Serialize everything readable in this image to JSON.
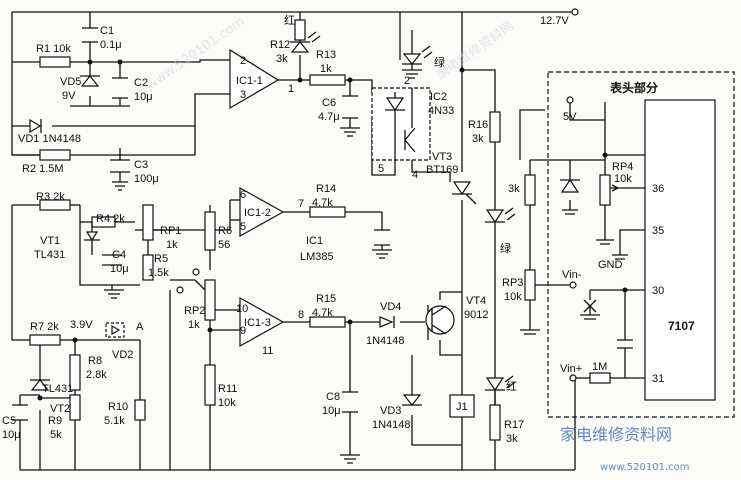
{
  "supply": {
    "v127": "12.7V",
    "v5": "5V",
    "gnd": "GND"
  },
  "meter": {
    "title": "表头部分",
    "chip": "7107",
    "vin_minus": "Vin-",
    "vin_plus": "Vin+",
    "pin36": "36",
    "pin35": "35",
    "pin30": "30",
    "pin31": "31"
  },
  "ic": {
    "ic11": "IC1-1",
    "ic12": "IC1-2",
    "ic13": "IC1-3",
    "name": "IC1",
    "model": "LM385",
    "ic2": "IC2",
    "ic2_model": "4N33"
  },
  "pins": {
    "p1": "1",
    "p2": "2",
    "p3": "3",
    "p4": "4",
    "p5": "5",
    "p6": "6",
    "p7": "7",
    "p8": "8",
    "p9": "9",
    "p10": "10",
    "p11": "11",
    "p2b": "2",
    "p5b": "5",
    "p4b": "4"
  },
  "parts": {
    "r1": "R1 10k",
    "c1": "C1",
    "c1v": "0.1μ",
    "vd5": "VD5",
    "vd5v": "9V",
    "c2": "C2",
    "c2v": "10μ",
    "vd1": "VD1 1N4148",
    "r2": "R2 1.5M",
    "c3": "C3",
    "c3v": "100μ",
    "r12": "R12",
    "r12v": "3k",
    "hong": "红",
    "r13": "R13",
    "r13v": "1k",
    "c6": "C6",
    "c6v": "4.7μ",
    "lv": "绿",
    "r16": "R16",
    "r16v": "3k",
    "vt3": "VT3",
    "vt3v": "BT169",
    "r3": "R3 2k",
    "r4": "R4 2k",
    "vt1": "VT1",
    "vt1v": "TL431",
    "c4": "C4",
    "c4v": "10μ",
    "rp1": "RP1",
    "rp1v": "1k",
    "r5": "R5",
    "r5v": "1.5k",
    "r6": "R6",
    "r6v": "56",
    "rp2": "RP2",
    "rp2v": "1k",
    "r14": "R14",
    "r14v": "4.7k",
    "r15": "R15",
    "r15v": "4.7k",
    "vd4": "VD4",
    "vd4v": "1N4148",
    "vt4": "VT4",
    "vt4v": "9012",
    "r7": "R7 2k",
    "v39": "3.9V",
    "pa": "A",
    "vd2": "VD2",
    "r8": "R8",
    "r8v": "2.8k",
    "vt2l": "TL431",
    "vt2": "VT2",
    "c5": "C5",
    "c5v": "10μ",
    "r9": "R9",
    "r9v": "5k",
    "r10": "R10",
    "r10v": "5.1k",
    "r11": "R11",
    "r11v": "10k",
    "c8": "C8",
    "c8v": "10μ",
    "vd3": "VD3",
    "vd3v": "1N4148",
    "j1": "J1",
    "hong2": "红",
    "r17": "R17",
    "r17v": "3k",
    "lv2": "绿",
    "rm3k": "3k",
    "rp4": "RP4",
    "rp4v": "10k",
    "rp3": "RP3",
    "rp3v": "10k",
    "r1m": "1M"
  },
  "watermark": {
    "site": "家电维修资料网",
    "url": "www.520101.com"
  }
}
